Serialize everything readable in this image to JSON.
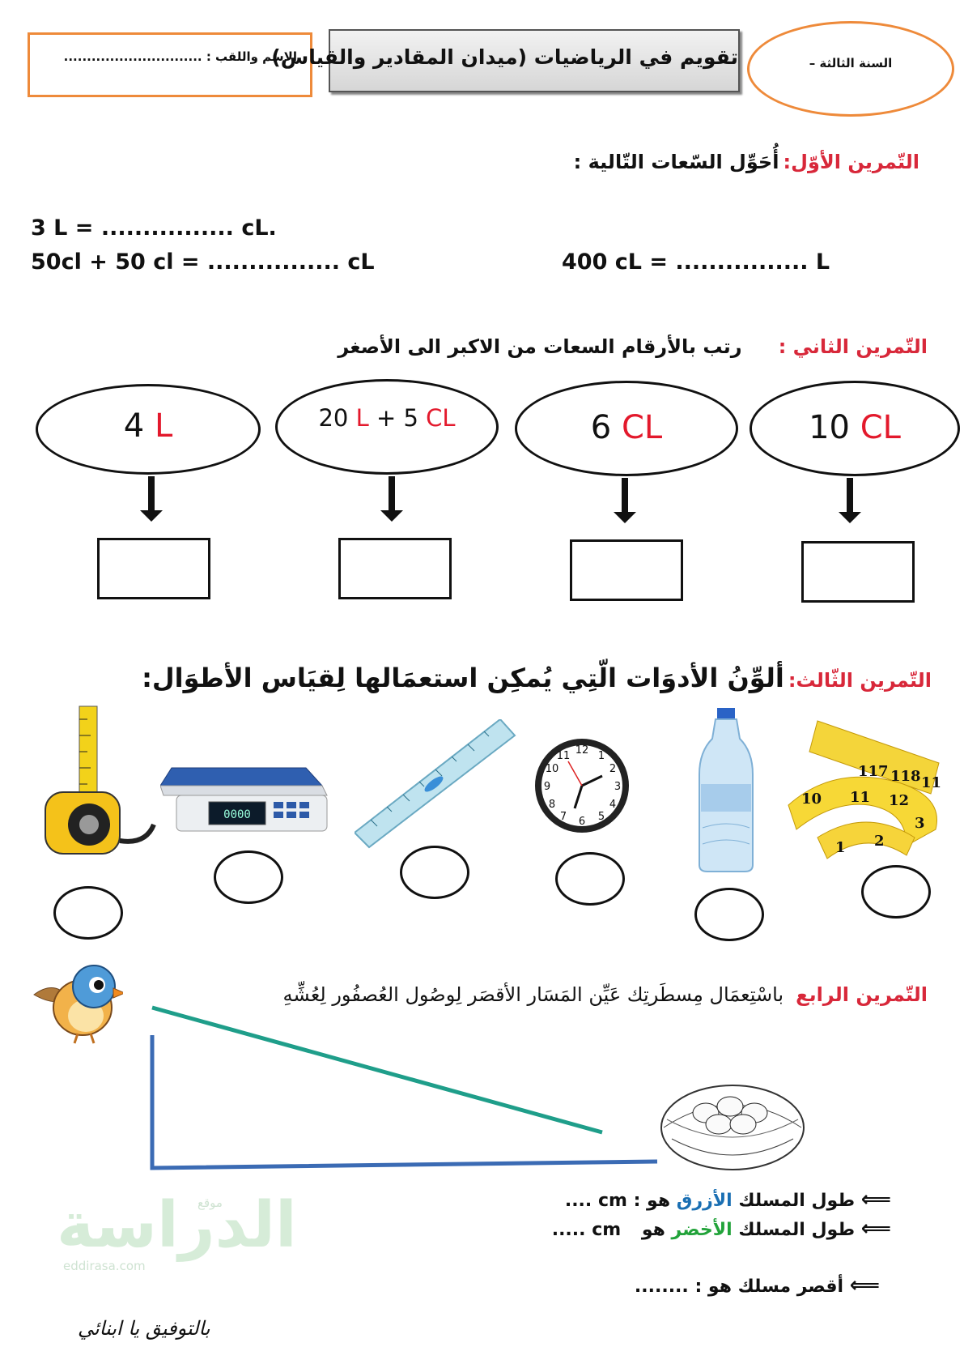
{
  "header": {
    "name_label": "الاسم واللقب : ..............................",
    "title": "تقويم في الرياضيات (ميدان المقادير والقياس)",
    "grade": "السنة الثالثة –"
  },
  "ex1": {
    "label": "التّمرين الأوّل:",
    "instruction": "أُحَوِّل السّعات التّالية :",
    "line1": "3 L = ................ cL.",
    "line2": "50cl + 50 cl = ................ cL",
    "line3": "400 cL = ................ L"
  },
  "ex2": {
    "label": "التّمرين الثاني :",
    "instruction": "رتب بالأرقام السعات من الاكبر الى الأصغر",
    "items": [
      {
        "num": "4",
        "unit": "L"
      },
      {
        "num1": "20",
        "unit1": "L",
        "plus": "+",
        "num2": "5",
        "unit2": "CL"
      },
      {
        "num": "6",
        "unit": "CL"
      },
      {
        "num": "10",
        "unit": "CL"
      }
    ]
  },
  "ex3": {
    "label": "التّمرين الثّالث:",
    "instruction": "ألوِّنُ الأدوَات الّتِي يُمكِن استعمَالها لِقيَاس الأطوَال:",
    "tools": [
      "tape-measure-icon",
      "scale-icon",
      "ruler-icon",
      "clock-icon",
      "water-bottle-icon",
      "measuring-tape-icon"
    ],
    "clock_numbers": [
      "12",
      "1",
      "2",
      "3",
      "4",
      "5",
      "6",
      "7",
      "8",
      "9",
      "10",
      "11"
    ],
    "scale_display": "0000",
    "tape_numbers": [
      "10",
      "11",
      "12",
      "3",
      "2",
      "1",
      "117",
      "118",
      "11"
    ]
  },
  "ex4": {
    "label": "التّمرين الرابع",
    "instruction": "باسْتِعمَال مِسطَرتِك عَيِّن المَسَار الأقصَر لِوصُول العُصفُور لِعُشِّهِ",
    "q1_prefix": "طول المسلك",
    "q1_color": "الأزرق",
    "q1_suffix": "هو :",
    "q1_unit": "cm",
    "q1_blank": "....",
    "q2_prefix": "طول المسلك",
    "q2_color": "الأخضر",
    "q2_suffix": "هو",
    "q2_unit": "cm",
    "q2_blank": ".....",
    "q3": "أقصر مسلك هو :",
    "q3_blank": "........",
    "colors": {
      "blue": "#3b6bb4",
      "green": "#1f9e8a"
    }
  },
  "footer": {
    "signature": "بالتوفيق يا ابنائي",
    "watermark_small": "موقع",
    "watermark": "الدراسة",
    "watermark_url": "eddirasa.com"
  }
}
